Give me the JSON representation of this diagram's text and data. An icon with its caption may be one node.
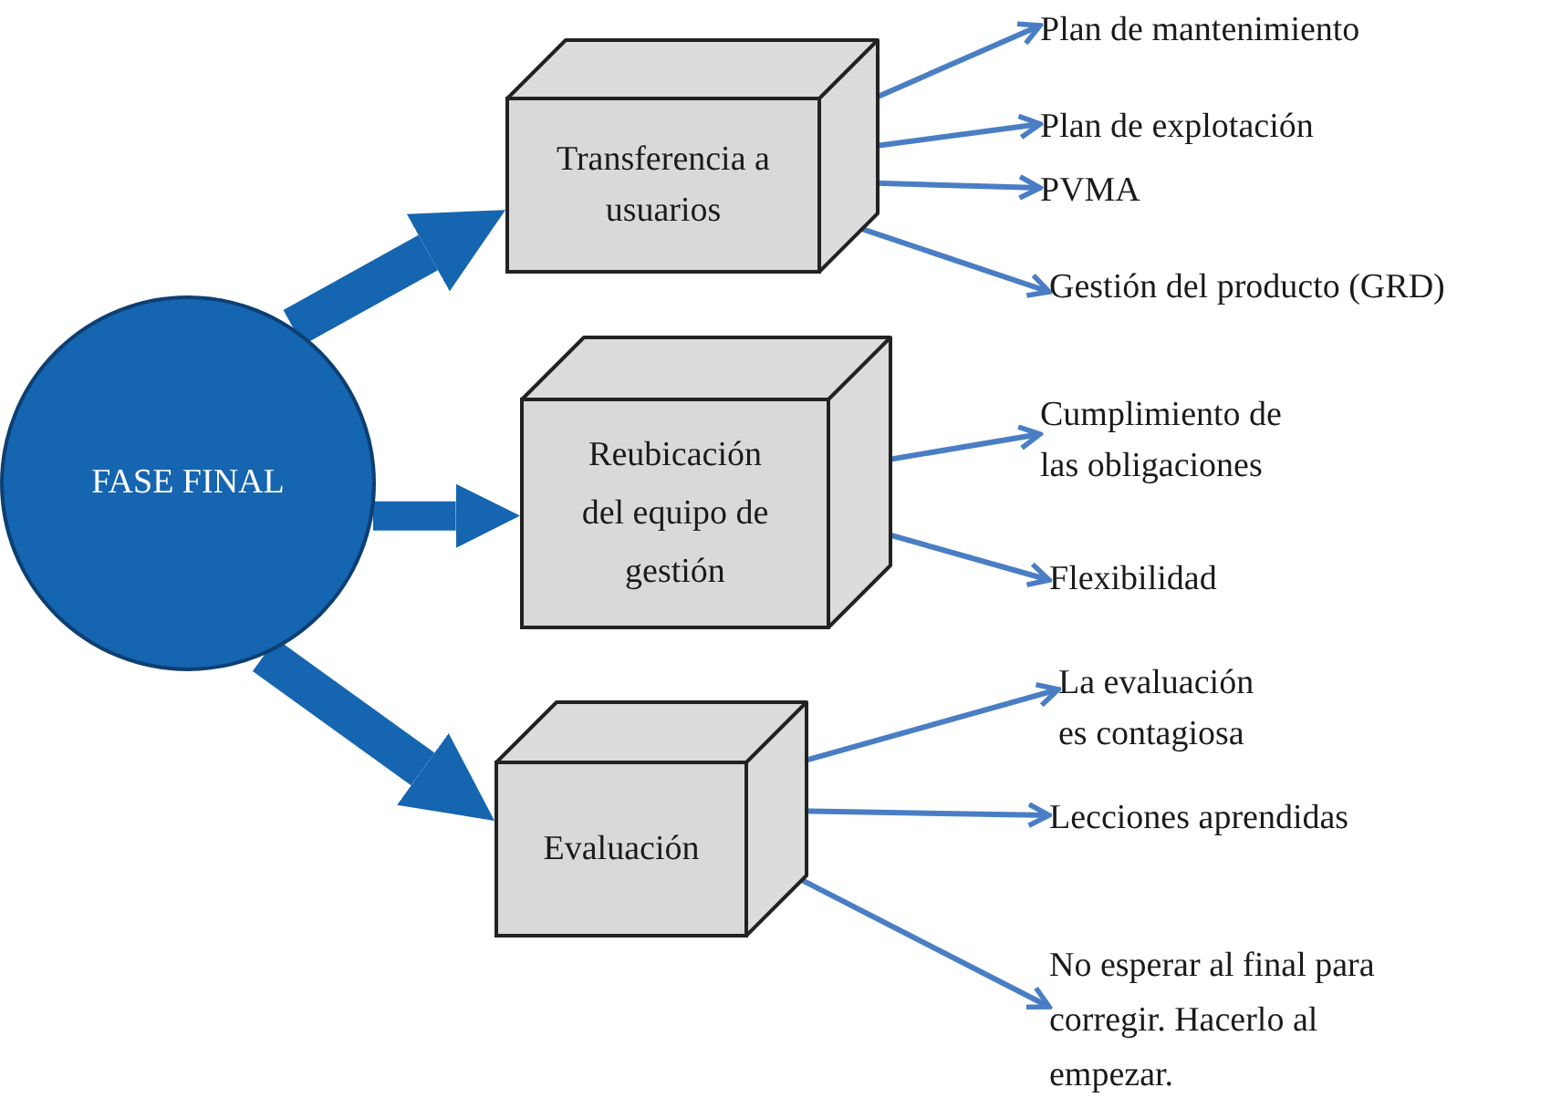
{
  "diagram": {
    "nodes": [
      {
        "text": [
          "FASE FINAL"
        ]
      },
      {
        "text": [
          "Transferencia a usuarios"
        ]
      },
      {
        "text": [
          "Plan de mantenimiento"
        ]
      },
      {
        "text": [
          "Plan de explotación"
        ]
      },
      {
        "text": [
          "PVMA"
        ]
      },
      {
        "text": [
          "Gestión del producto (GRD)"
        ]
      },
      {
        "text": [
          "Reubicación del equipo de gestión"
        ]
      },
      {
        "text": [
          "Cumplimiento de las obligaciones"
        ]
      },
      {
        "text": [
          "Flexibilidad"
        ]
      },
      {
        "text": [
          "Evaluación"
        ]
      },
      {
        "text": [
          "La evaluación es contagiosa"
        ]
      },
      {
        "text": [
          "Lecciones aprendidas"
        ]
      },
      {
        "text": [
          "No esperar al final para corregir. Hacerlo al empezar."
        ]
      }
    ],
    "edges": [
      {
        "from": 0,
        "to": 1,
        "arrow": "to",
        "style": "thick",
        "color": "#1565b0"
      },
      {
        "from": 0,
        "to": 6,
        "arrow": "to",
        "style": "thick",
        "color": "#1565b0"
      },
      {
        "from": 0,
        "to": 9,
        "arrow": "to",
        "style": "thick",
        "color": "#1565b0"
      },
      {
        "from": 1,
        "to": 2,
        "arrow": "to"
      },
      {
        "from": 1,
        "to": 3,
        "arrow": "to"
      },
      {
        "from": 1,
        "to": 4,
        "arrow": "to"
      },
      {
        "from": 1,
        "to": 5,
        "arrow": "to"
      },
      {
        "from": 6,
        "to": 7,
        "arrow": "to"
      },
      {
        "from": 6,
        "to": 8,
        "arrow": "to"
      },
      {
        "from": 9,
        "to": 10,
        "arrow": "to"
      },
      {
        "from": 9,
        "to": 11,
        "arrow": "to"
      },
      {
        "from": 9,
        "to": 12,
        "arrow": "to"
      }
    ]
  }
}
